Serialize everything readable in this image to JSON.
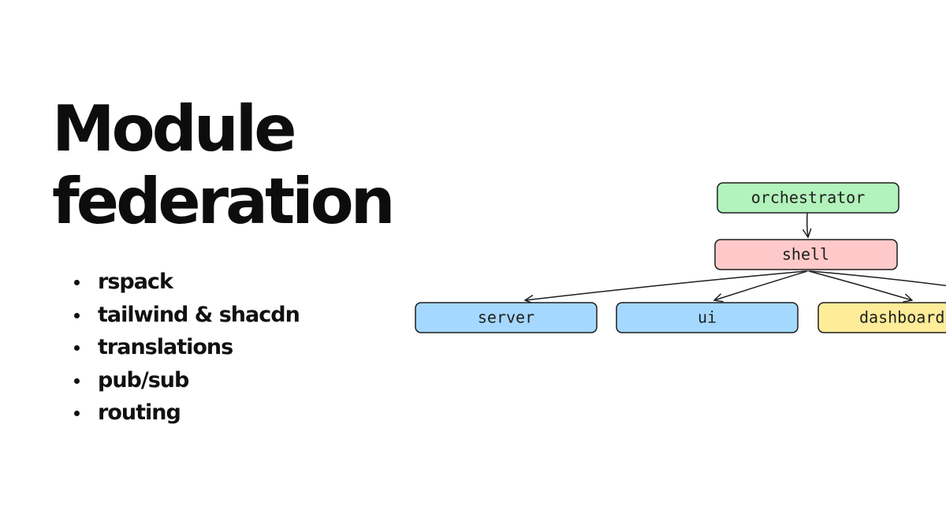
{
  "title": {
    "line1": "Module",
    "line2": "federation"
  },
  "bullets": [
    "rspack",
    "tailwind & shacdn",
    "translations",
    "pub/sub",
    "routing"
  ],
  "diagram": {
    "nodes": {
      "orchestrator": {
        "label": "orchestrator",
        "color": "#b2f2bb"
      },
      "shell": {
        "label": "shell",
        "color": "#ffc9c9"
      },
      "server": {
        "label": "server",
        "color": "#a5d8ff"
      },
      "ui": {
        "label": "ui",
        "color": "#a5d8ff"
      },
      "dashboard": {
        "label": "dashboard",
        "color": "#ffec99"
      }
    },
    "edges": [
      {
        "from": "orchestrator",
        "to": "shell"
      },
      {
        "from": "shell",
        "to": "server"
      },
      {
        "from": "shell",
        "to": "ui"
      },
      {
        "from": "shell",
        "to": "dashboard"
      }
    ]
  }
}
